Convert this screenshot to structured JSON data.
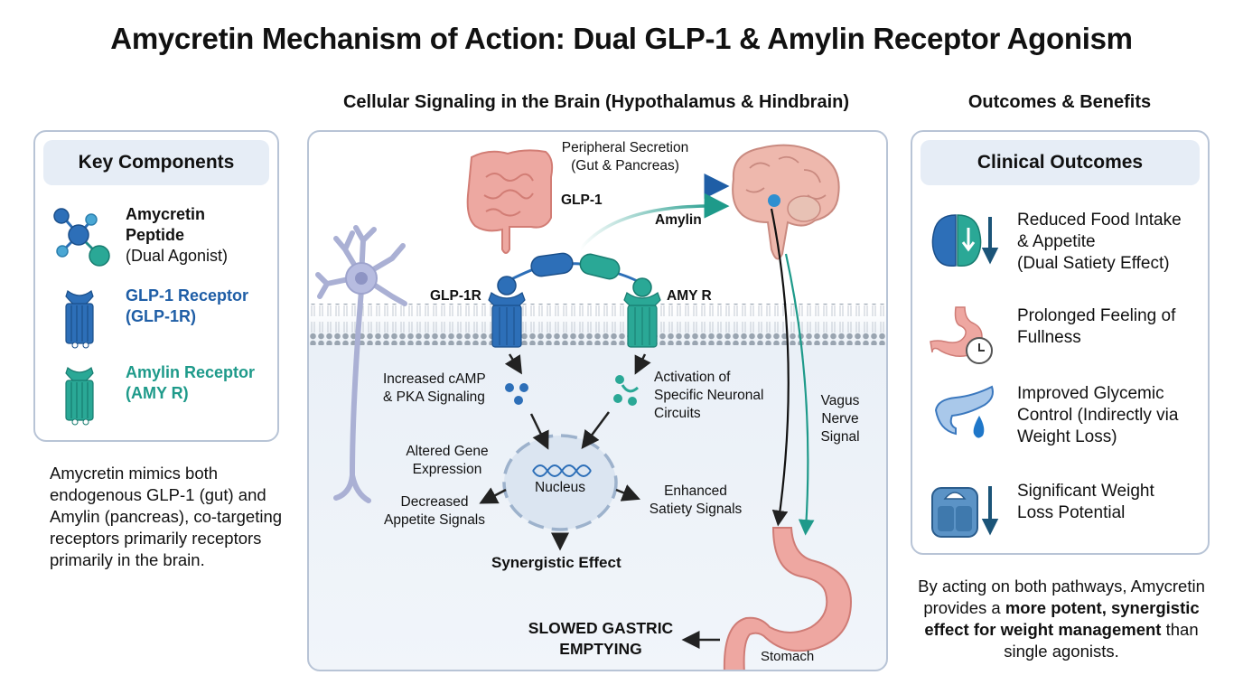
{
  "title": "Amycretin Mechanism of Action: Dual GLP-1 & Amylin Receptor Agonism",
  "sections": {
    "center": "Cellular Signaling in the Brain (Hypothalamus & Hindbrain)",
    "right": "Outcomes & Benefits"
  },
  "colors": {
    "glp1_blue": "#1f5ea6",
    "amylin_teal": "#1e9a8a",
    "organ_pink": "#e8948e",
    "panel_border": "#b8c4d6",
    "panel_header": "#e6edf6"
  },
  "key_components": {
    "heading": "Key Components",
    "items": [
      {
        "icon": "molecule-icon",
        "title": "Amycretin",
        "title2": "Peptide",
        "subtitle": "(Dual Agonist)"
      },
      {
        "icon": "glp1-receptor-icon",
        "title": "GLP-1 Receptor",
        "subtitle": "(GLP-1R)"
      },
      {
        "icon": "amylin-receptor-icon",
        "title": "Amylin Receptor",
        "subtitle": "(AMY R)"
      }
    ],
    "description": "Amycretin mimics both endogenous GLP-1 (gut) and Amylin (pancreas), co-targeting receptors primarily receptors primarily in the brain."
  },
  "diagram": {
    "secretion_line1": "Peripheral Secretion",
    "secretion_line2": "(Gut & Pancreas)",
    "glp1": "GLP-1",
    "amylin": "Amylin",
    "glp1r": "GLP-1R",
    "amyr": "AMY R",
    "camp_line1": "Increased cAMP",
    "camp_line2": "& PKA Signaling",
    "circuits_line1": "Activation of",
    "circuits_line2": "Specific Neuronal",
    "circuits_line3": "Circuits",
    "gene_line1": "Altered Gene",
    "gene_line2": "Expression",
    "nucleus": "Nucleus",
    "appetite_line1": "Decreased",
    "appetite_line2": "Appetite Signals",
    "satiety_line1": "Enhanced",
    "satiety_line2": "Satiety Signals",
    "synergy": "Synergistic Effect",
    "vagus_line1": "Vagus",
    "vagus_line2": "Nerve",
    "vagus_line3": "Signal",
    "gastric_line1": "SLOWED GASTRIC",
    "gastric_line2": "EMPTYING",
    "stomach": "Stomach"
  },
  "clinical_outcomes": {
    "heading": "Clinical Outcomes",
    "items": [
      {
        "icon": "brain-down-icon",
        "lines": [
          "Reduced Food Intake",
          "& Appetite",
          "(Dual Satiety Effect)"
        ]
      },
      {
        "icon": "stomach-clock-icon",
        "lines": [
          "Prolonged Feeling of",
          "Fullness"
        ]
      },
      {
        "icon": "pancreas-drop-icon",
        "lines": [
          "Improved Glycemic",
          "Control (Indirectly via",
          "Weight Loss)"
        ]
      },
      {
        "icon": "scale-down-icon",
        "lines": [
          "Significant Weight",
          "Loss Potential"
        ]
      }
    ]
  },
  "summary": {
    "pre": "By acting on both pathways, Amycretin provides a ",
    "bold": "more potent, synergistic effect for weight management",
    "post": " than single agonists."
  }
}
